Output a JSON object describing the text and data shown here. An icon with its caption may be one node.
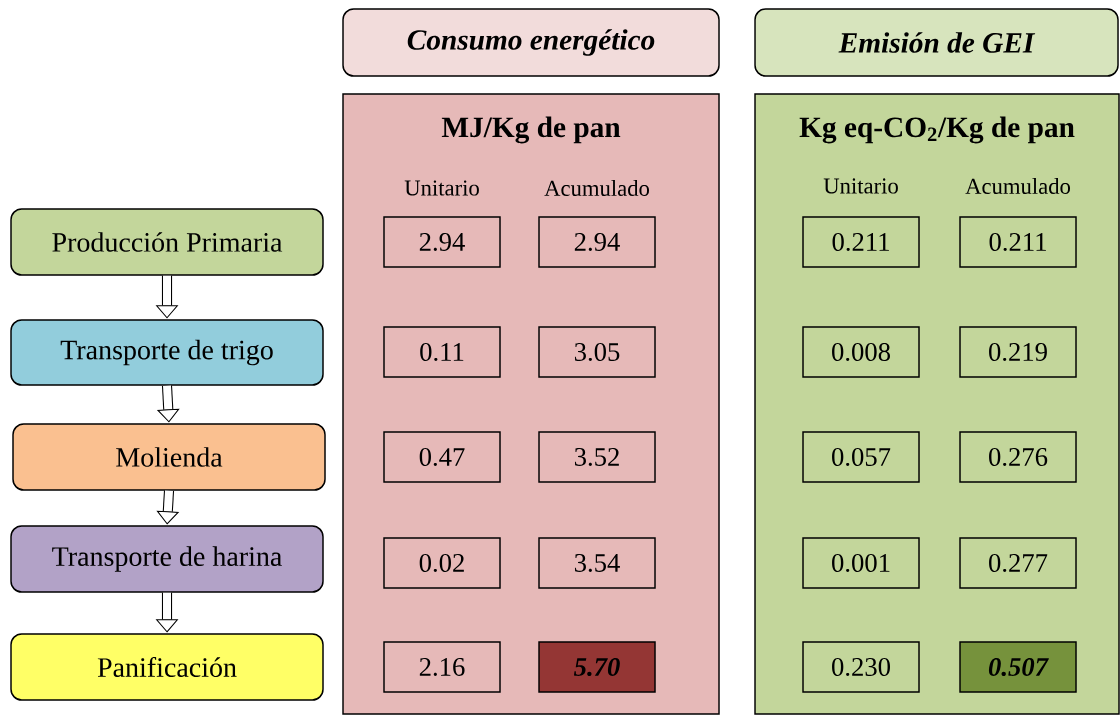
{
  "diagram": {
    "nodes": [
      {
        "text": [
          "Producción Primaria"
        ]
      },
      {
        "text": [
          "Transporte de trigo"
        ]
      },
      {
        "text": [
          "Molienda"
        ]
      },
      {
        "text": [
          "Transporte de harina"
        ]
      },
      {
        "text": [
          "Panificación"
        ]
      },
      {
        "text": [
          "Consumo energético"
        ]
      },
      {
        "text": [
          "Emisión de GEI"
        ]
      },
      {
        "text": [
          "MJ/Kg de pan",
          "Unitario",
          "Acumulado"
        ]
      },
      {
        "text": [
          "2.94"
        ],
        "in": 7
      },
      {
        "text": [
          "2.94"
        ],
        "in": 7
      },
      {
        "text": [
          "0.11"
        ],
        "in": 7
      },
      {
        "text": [
          "3.05"
        ],
        "in": 7
      },
      {
        "text": [
          "0.47"
        ],
        "in": 7
      },
      {
        "text": [
          "3.52"
        ],
        "in": 7
      },
      {
        "text": [
          "0.02"
        ],
        "in": 7
      },
      {
        "text": [
          "3.54"
        ],
        "in": 7
      },
      {
        "text": [
          "2.16"
        ],
        "in": 7
      },
      {
        "text": [
          "5.70"
        ],
        "in": 7
      },
      {
        "text": [
          "Kg eq-CO$_{2}$/Kg de pan",
          "Unitario",
          "Acumulado"
        ]
      },
      {
        "text": [
          "0.211"
        ],
        "in": 18
      },
      {
        "text": [
          "0.211"
        ],
        "in": 18
      },
      {
        "text": [
          "0.008"
        ],
        "in": 18
      },
      {
        "text": [
          "0.219"
        ],
        "in": 18
      },
      {
        "text": [
          "0.057"
        ],
        "in": 18
      },
      {
        "text": [
          "0.276"
        ],
        "in": 18
      },
      {
        "text": [
          "0.001"
        ],
        "in": 18
      },
      {
        "text": [
          "0.277"
        ],
        "in": 18
      },
      {
        "text": [
          "0.230"
        ],
        "in": 18
      },
      {
        "text": [
          "0.507"
        ],
        "in": 18
      }
    ],
    "edges": [
      {
        "from": 0,
        "to": 1,
        "arrow": "to"
      },
      {
        "from": 1,
        "to": 2,
        "arrow": "to"
      },
      {
        "from": 2,
        "to": 3,
        "arrow": "to"
      },
      {
        "from": 3,
        "to": 4,
        "arrow": "to"
      }
    ]
  }
}
